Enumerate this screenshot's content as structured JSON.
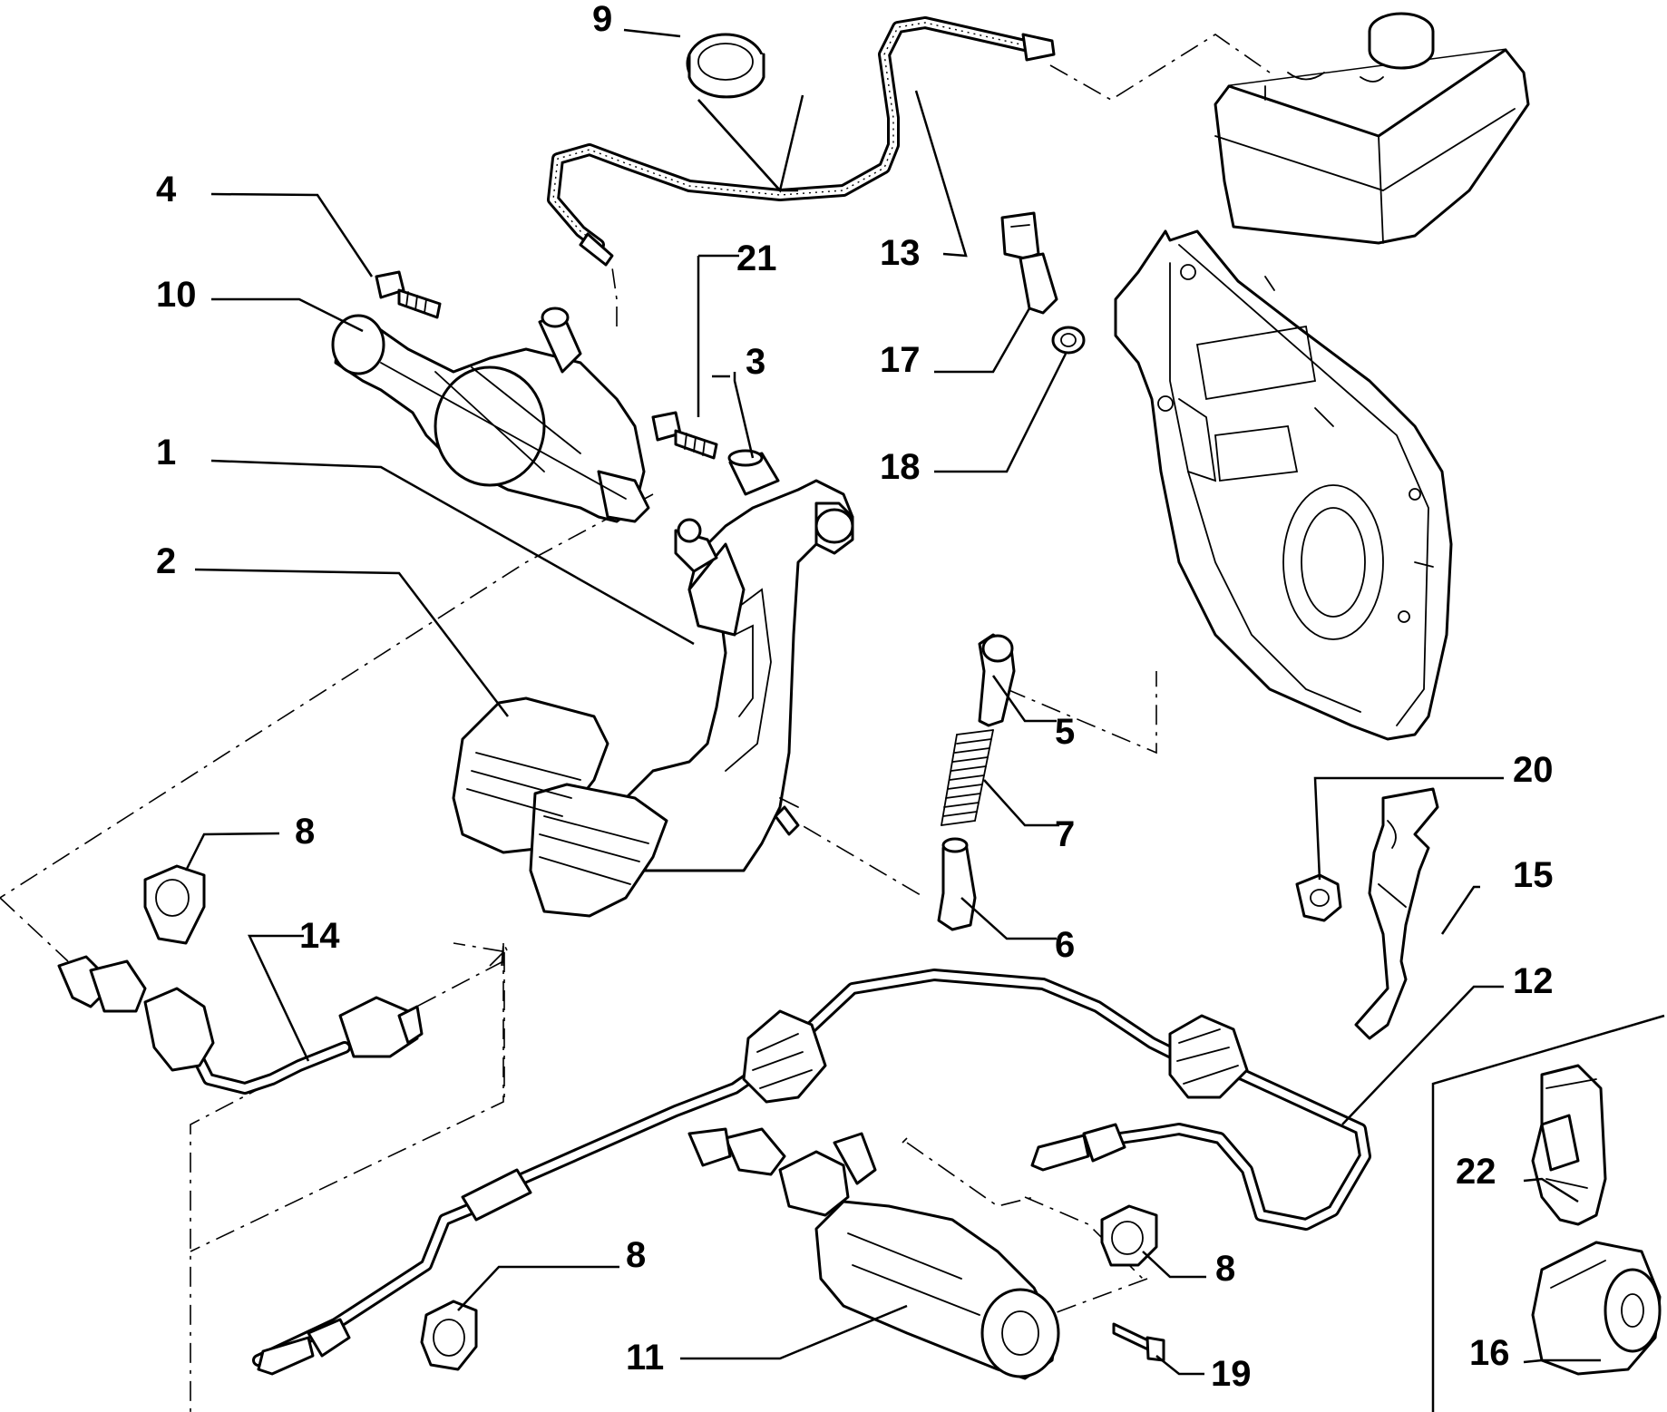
{
  "callouts": {
    "c1": "1",
    "c2": "2",
    "c3": "3",
    "c4": "4",
    "c5": "5",
    "c6": "6",
    "c7": "7",
    "c8a": "8",
    "c8b": "8",
    "c8c": "8",
    "c9": "9",
    "c10": "10",
    "c11": "11",
    "c12": "12",
    "c13": "13",
    "c14": "14",
    "c15": "15",
    "c16": "16",
    "c17": "17",
    "c18": "18",
    "c19": "19",
    "c20": "20",
    "c21": "21",
    "c22": "22"
  },
  "icons": {
    "reservoir": "fluid-reservoir-icon",
    "pedal_box": "pedal-bracket-icon",
    "master_cylinder": "master-cylinder-icon",
    "slave_cylinder": "slave-cylinder-icon",
    "pedal": "pedal-lever-icon",
    "hose": "hydraulic-hose-icon",
    "pipe": "hydraulic-pipe-icon"
  }
}
